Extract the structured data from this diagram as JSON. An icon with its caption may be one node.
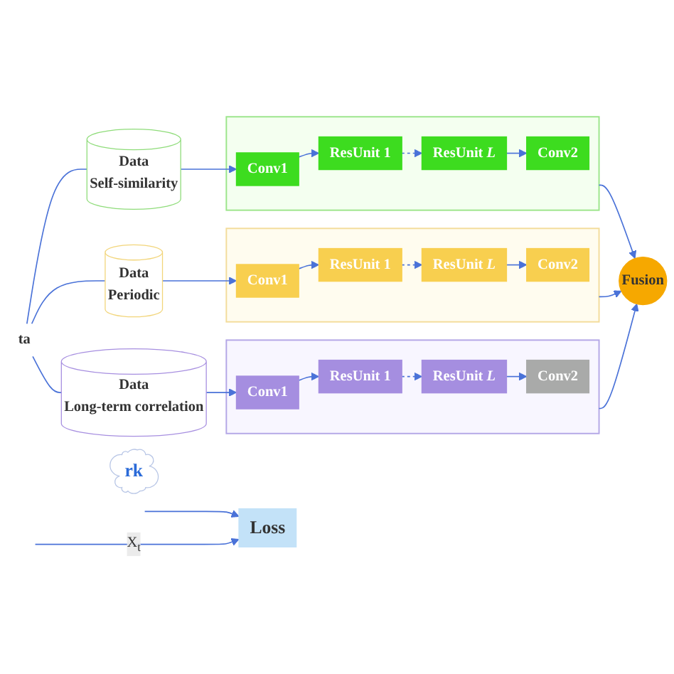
{
  "diagram": {
    "nodes": [
      {
        "text": [
          "rk"
        ]
      },
      {
        "text": [
          "ta"
        ]
      },
      {
        "text": [
          "Data",
          "Self-similarity"
        ]
      },
      {
        "text": [
          "Data",
          "Periodic"
        ]
      },
      {
        "text": [
          "Data",
          "Long-term correlation"
        ]
      },
      {
        "text": [],
        "shape": "box"
      },
      {
        "text": [
          "Conv1"
        ],
        "in": 5
      },
      {
        "text": [
          "ResUnit 1"
        ],
        "in": 5
      },
      {
        "text": [
          "ResUnit *L*"
        ],
        "in": 5
      },
      {
        "text": [
          "Conv2"
        ],
        "in": 5
      },
      {
        "text": [],
        "shape": "box"
      },
      {
        "text": [
          "Conv1"
        ],
        "in": 10
      },
      {
        "text": [
          "ResUnit 1"
        ],
        "in": 10
      },
      {
        "text": [
          "ResUnit *L*"
        ],
        "in": 10
      },
      {
        "text": [
          "Conv2"
        ],
        "in": 10
      },
      {
        "text": [],
        "shape": "box"
      },
      {
        "text": [
          "Conv1"
        ],
        "in": 15
      },
      {
        "text": [
          "ResUnit 1"
        ],
        "in": 15
      },
      {
        "text": [
          "ResUnit *L*"
        ],
        "in": 15
      },
      {
        "text": [
          "Conv2"
        ],
        "in": 15
      },
      {
        "text": [
          "Fusion"
        ]
      },
      {
        "text": [
          "Loss"
        ]
      }
    ],
    "edges": [
      {
        "from": 1,
        "to": 2,
        "arrow": "none"
      },
      {
        "from": 1,
        "to": 3,
        "arrow": "none"
      },
      {
        "from": 1,
        "to": 4,
        "arrow": "none"
      },
      {
        "from": 2,
        "to": 6,
        "arrow": "to"
      },
      {
        "from": 6,
        "to": 7,
        "arrow": "to"
      },
      {
        "from": 7,
        "to": 8,
        "arrow": "to",
        "style": "dashed"
      },
      {
        "from": 8,
        "to": 9,
        "arrow": "to"
      },
      {
        "from": 3,
        "to": 11,
        "arrow": "to"
      },
      {
        "from": 11,
        "to": 12,
        "arrow": "to"
      },
      {
        "from": 12,
        "to": 13,
        "arrow": "to",
        "style": "dashed"
      },
      {
        "from": 13,
        "to": 14,
        "arrow": "to"
      },
      {
        "from": 4,
        "to": 16,
        "arrow": "to"
      },
      {
        "from": 16,
        "to": 17,
        "arrow": "to"
      },
      {
        "from": 17,
        "to": 18,
        "arrow": "to",
        "style": "dashed"
      },
      {
        "from": 18,
        "to": 19,
        "arrow": "to"
      },
      {
        "from": 5,
        "to": 20,
        "arrow": "to"
      },
      {
        "from": 10,
        "to": 20,
        "arrow": "to"
      },
      {
        "from": 15,
        "to": 20,
        "arrow": "to"
      },
      {
        "from": null,
        "to": 21,
        "arrow": "to",
        "label": "X$_{t}$"
      },
      {
        "from": null,
        "to": 21,
        "arrow": "to"
      }
    ]
  }
}
